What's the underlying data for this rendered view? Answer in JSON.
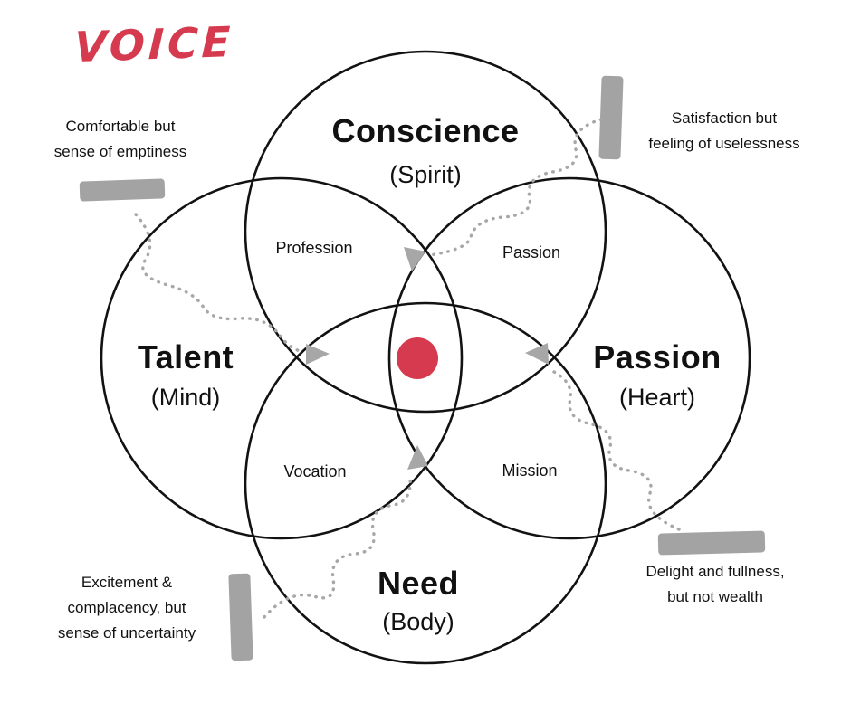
{
  "title": "VOICE",
  "colors": {
    "accent_red": "#d63a4e",
    "gray": "#a3a3a3",
    "circle_stroke": "#121212",
    "background": "#ffffff"
  },
  "circles": {
    "top": {
      "label": "Conscience",
      "sublabel": "(Spirit)"
    },
    "left": {
      "label": "Talent",
      "sublabel": "(Mind)"
    },
    "right": {
      "label": "Passion",
      "sublabel": "(Heart)"
    },
    "bottom": {
      "label": "Need",
      "sublabel": "(Body)"
    }
  },
  "overlaps": {
    "top_left": "Profession",
    "top_right": "Passion",
    "bottom_left": "Vocation",
    "bottom_right": "Mission"
  },
  "annotations": {
    "top_left": {
      "lines": [
        "Comfortable but",
        "sense of emptiness"
      ]
    },
    "top_right": {
      "lines": [
        "Satisfaction but",
        "feeling of uselessness"
      ]
    },
    "bottom_left": {
      "lines": [
        "Excitement &",
        "complacency, but",
        "sense of uncertainty"
      ]
    },
    "bottom_right": {
      "lines": [
        "Delight and fullness,",
        "but not wealth"
      ]
    }
  }
}
